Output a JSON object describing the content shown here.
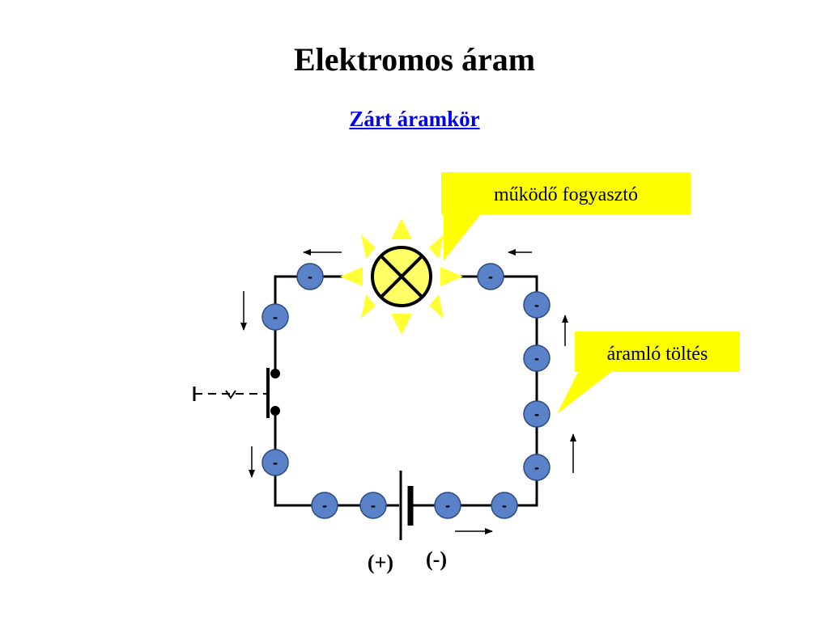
{
  "title": "Elektromos áram",
  "subtitle": "Zárt áramkör",
  "callouts": {
    "bulb": "működő fogyasztó",
    "charges": "áramló töltés"
  },
  "charge_sign": "-",
  "battery": {
    "positive_label": "(+)",
    "negative_label": "(-)"
  },
  "colors": {
    "callout_fill": "#ffff00",
    "charge_fill": "#5a82c8",
    "bulb_fill": "#ffff66",
    "ray_fill": "#ffff33",
    "link": "#0000ee"
  }
}
